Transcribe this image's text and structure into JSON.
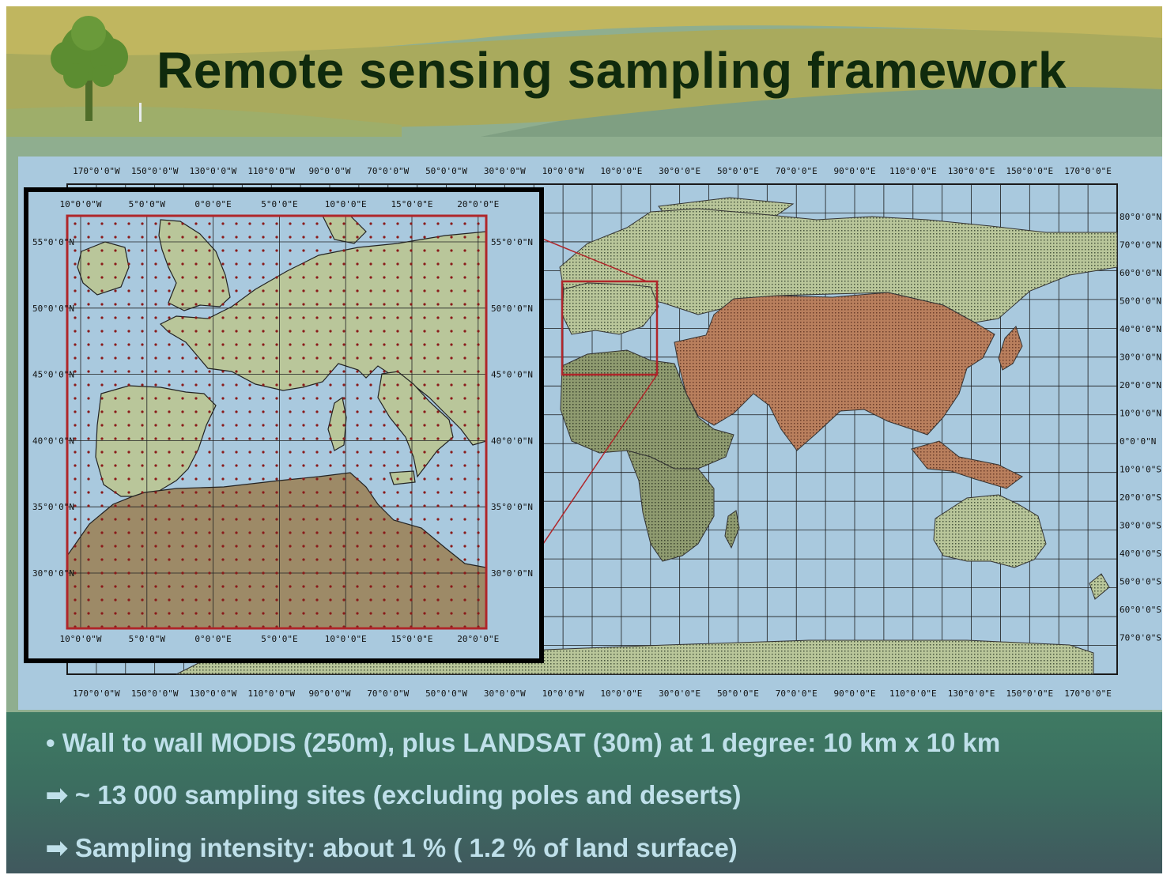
{
  "slide": {
    "title": "Remote sensing sampling framework",
    "bullets": [
      "• Wall to wall MODIS (250m), plus LANDSAT (30m) at 1 degree: 10 km x 10 km",
      "➡ ~ 13 000 sampling sites (excluding poles and deserts)",
      "➡ Sampling intensity: about 1 % ( 1.2 % of land surface)"
    ]
  },
  "world_map": {
    "top_lon_labels": [
      "170°0'0\"W",
      "150°0'0\"W",
      "130°0'0\"W",
      "110°0'0\"W",
      "90°0'0\"W",
      "70°0'0\"W",
      "50°0'0\"W",
      "30°0'0\"W",
      "10°0'0\"W",
      "10°0'0\"E",
      "30°0'0\"E",
      "50°0'0\"E",
      "70°0'0\"E",
      "90°0'0\"E",
      "110°0'0\"E",
      "130°0'0\"E",
      "150°0'0\"E",
      "170°0'0\"E"
    ],
    "bottom_lon_labels": [
      "170°0'0\"W",
      "150°0'0\"W",
      "130°0'0\"W",
      "110°0'0\"W",
      "90°0'0\"W",
      "70°0'0\"W",
      "50°0'0\"W",
      "30°0'0\"W",
      "10°0'0\"W",
      "10°0'0\"E",
      "30°0'0\"E",
      "50°0'0\"E",
      "70°0'0\"E",
      "90°0'0\"E",
      "110°0'0\"E",
      "130°0'0\"E",
      "150°0'0\"E",
      "170°0'0\"E"
    ],
    "right_lat_labels": [
      "80°0'0\"N",
      "70°0'0\"N",
      "60°0'0\"N",
      "50°0'0\"N",
      "40°0'0\"N",
      "30°0'0\"N",
      "20°0'0\"N",
      "10°0'0\"N",
      "0°0'0\"N",
      "10°0'0\"S",
      "20°0'0\"S",
      "30°0'0\"S",
      "40°0'0\"S",
      "50°0'0\"S",
      "60°0'0\"S",
      "70°0'0\"S"
    ],
    "colors": {
      "ocean": "#a9c9de",
      "land": "#b9c69a",
      "asia_region": "#b97f5d",
      "africa": "#8f9b70",
      "grid": "#1b1b1b",
      "highlight": "#b0262a"
    }
  },
  "inset_map": {
    "top_lon_labels": [
      "10°0'0\"W",
      "5°0'0\"W",
      "0°0'0\"E",
      "5°0'0\"E",
      "10°0'0\"E",
      "15°0'0\"E",
      "20°0'0\"E"
    ],
    "bottom_lon_labels": [
      "10°0'0\"W",
      "5°0'0\"W",
      "0°0'0\"E",
      "5°0'0\"E",
      "10°0'0\"E",
      "15°0'0\"E",
      "20°0'0\"E"
    ],
    "left_lat_labels": [
      "55°0'0\"N",
      "50°0'0\"N",
      "45°0'0\"N",
      "40°0'0\"N",
      "35°0'0\"N",
      "30°0'0\"N"
    ],
    "right_lat_labels": [
      "55°0'0\"N",
      "50°0'0\"N",
      "45°0'0\"N",
      "40°0'0\"N",
      "35°0'0\"N",
      "30°0'0\"N"
    ],
    "colors": {
      "sample_dot": "#8a1a1a",
      "north_africa": "#9d8a67"
    }
  }
}
